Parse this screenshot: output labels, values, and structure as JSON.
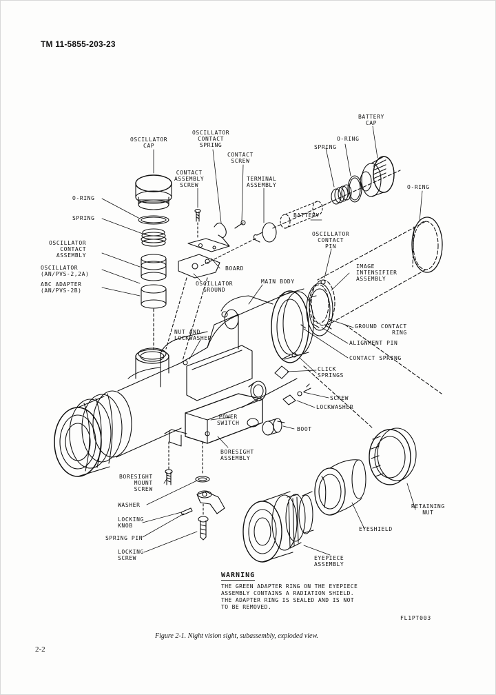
{
  "header": {
    "tm_number": "TM 11-5855-203-23"
  },
  "labels": {
    "oscillator_cap": "OSCILLATOR\nCAP",
    "oscillator_contact_spring": "OSCILLATOR\nCONTACT\nSPRING",
    "contact_screw": "CONTACT\nSCREW",
    "contact_assembly_screw": "CONTACT\nASSEMBLY\nSCREW",
    "terminal_assembly": "TERMINAL\nASSEMBLY",
    "battery_cap": "BATTERY\nCAP",
    "spring_top": "SPRING",
    "o_ring_top": "O-RING",
    "o_ring_right": "O-RING",
    "o_ring_left": "O-RING",
    "spring_left": "SPRING",
    "oscillator_contact_assembly": "OSCILLATOR\nCONTACT\nASSEMBLY",
    "oscillator_anpvs": "OSCILLATOR\n(AN/PVS-2,2A)",
    "abc_adapter": "ABC ADAPTER\n(AN/PVS-2B)",
    "battery": "BATTERY",
    "oscillator_contact_pin": "OSCILLATOR\nCONTACT\nPIN",
    "board": "BOARD",
    "oscillator_ground": "OSCILLATOR\nGROUND",
    "main_body": "MAIN BODY",
    "image_intensifier_assembly": "IMAGE\nINTENSIFIER\nASSEMBLY",
    "nut_and_lockwasher": "NUT AND\nLOCKWASHER",
    "ground_contact_ring": "GROUND CONTACT\nRING",
    "alignment_pin": "ALIGNMENT PIN",
    "contact_spring": "CONTACT SPRING",
    "click_springs": "CLICK\nSPRINGS",
    "screw": "SCREW",
    "lockwasher": "LOCKWASHER",
    "power_switch": "POWER\nSWITCH",
    "boot": "BOOT",
    "boresight_assembly": "BORESIGHT\nASSEMBLY",
    "boresight_mount_screw": "BORESIGHT\nMOUNT\nSCREW",
    "washer": "WASHER",
    "locking_knob": "LOCKING\nKNOB",
    "spring_pin": "SPRING PIN",
    "locking_screw": "LOCKING\nSCREW",
    "retaining_nut": "RETAINING\nNUT",
    "eyeshield": "EYESHIELD",
    "eyepiece_assembly": "EYEPIECE\nASSEMBLY"
  },
  "warning": {
    "title": "WARNING",
    "text": "THE GREEN ADAPTER RING ON THE EYEPIECE ASSEMBLY CONTAINS A RADIATION SHIELD. THE ADAPTER RING IS SEALED AND IS NOT TO BE REMOVED."
  },
  "figure_code": "FL1PT003",
  "caption": "Figure 2-1.  Night vision sight, subassembly, exploded view.",
  "page_number": "2-2"
}
